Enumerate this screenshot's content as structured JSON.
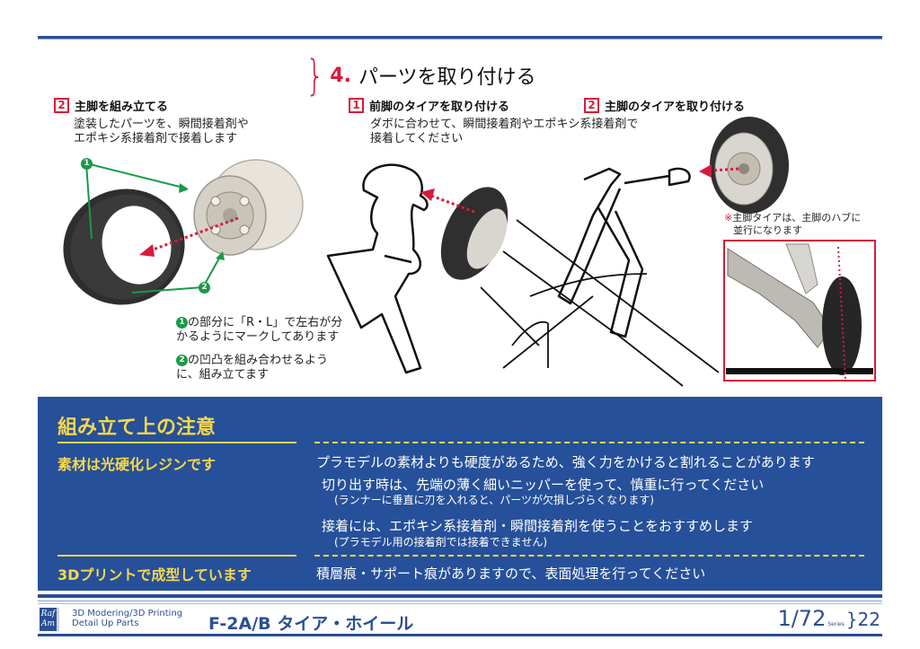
{
  "header": {
    "section_number": "4.",
    "section_title": "パーツを取り付ける"
  },
  "left_step": {
    "badge": "2",
    "title": "主脚を組み立てる",
    "desc_lines": [
      "塗装したパーツを、瞬間接着剤や",
      "エポキシ系接着剤で接着します"
    ],
    "callouts": [
      {
        "num": "1",
        "lines": [
          "の部分に「R・L」で左右が分",
          "かるようにマークしてあります"
        ]
      },
      {
        "num": "2",
        "lines": [
          "の凹凸を組み合わせるよう",
          "に、組み立てます"
        ]
      }
    ],
    "markers": [
      "1",
      "2"
    ]
  },
  "front_step": {
    "badge": "1",
    "title": "前脚のタイアを取り付ける",
    "desc_lines": [
      "ダボに合わせて、瞬間接着剤やエポキシ系接着剤で",
      "接着してください"
    ]
  },
  "main_step": {
    "badge": "2",
    "title": "主脚のタイアを取り付ける",
    "note_mark": "※",
    "note_lines": [
      "主脚タイアは、主脚のハブに",
      "並行になります"
    ]
  },
  "caution": {
    "title": "組み立て上の注意",
    "rows": [
      {
        "label": "素材は光硬化レジンです",
        "lines": [
          "プラモデルの素材よりも硬度があるため、強く力をかけると割れることがあります",
          "切り出す時は、先端の薄く細いニッパーを使って、慎重に行ってください",
          "(ランナーに垂直に刃を入れると、パーツが欠損しづらくなります)",
          "接着には、エポキシ系接着剤・瞬間接着剤を使うことをおすすめします",
          "(プラモデル用の接着剤では接着できません)"
        ]
      },
      {
        "label": "3Dプリントで成型しています",
        "lines": [
          "積層痕・サポート痕がありますので、表面処理を行ってください"
        ]
      }
    ]
  },
  "footer": {
    "logo_text": "Raf Am",
    "brand_line1": "3D Modering/3D Printing",
    "brand_line2": "Detail Up Parts",
    "product_title": "F-2A/B タイア・ホイール",
    "scale": "1/72",
    "series": "Series",
    "page": "}22"
  },
  "colors": {
    "accent_red": "#d81b3a",
    "navy": "#2b4f93",
    "panel_blue": "#26509a",
    "highlight_yellow": "#f7d84a",
    "marker_green": "#1a9a48"
  }
}
